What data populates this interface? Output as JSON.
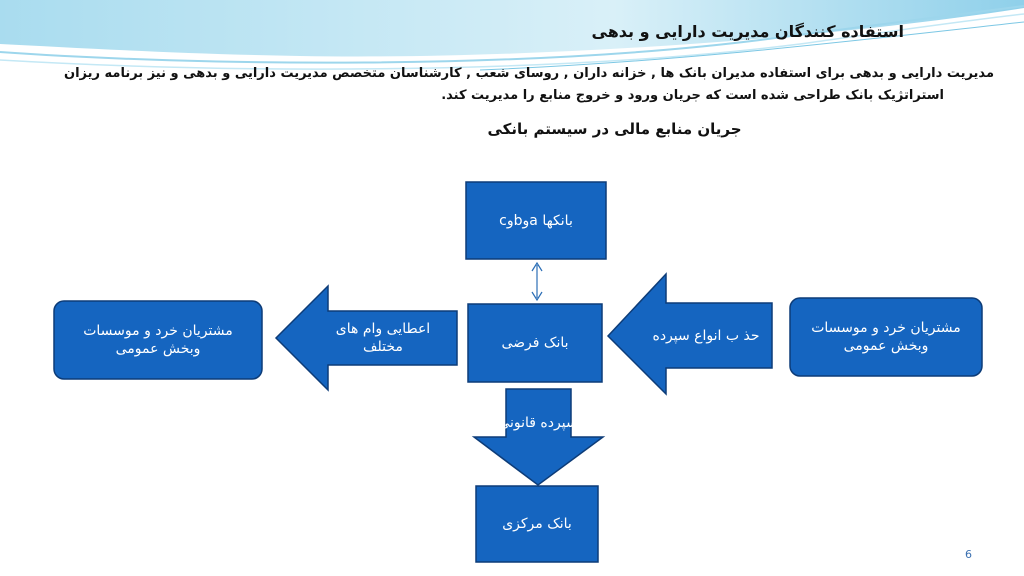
{
  "slide": {
    "title": "استفاده کنندگان مدیریت دارایی و بدهی",
    "para_line1": "مدیریت دارایی و بدهی برای استفاده مدیران بانک ها , خزانه داران , روسای شعب , کارشناسان متخصص مدیریت دارایی و بدهی و نیز برنامه ریزان",
    "para_line2": "استراتژیک بانک طراحی شده است که جریان ورود و خروج منابع را مدیریت کند.",
    "subtitle": "جریان منابع مالی در سیستم بانکی",
    "page_number": "6"
  },
  "diagram": {
    "top_box": "بانکها aوbوc",
    "center_box": "بانک فرضی",
    "left_arrow": "اعطایی وام های مختلف",
    "right_arrow": "حذ ب انواع سپرده",
    "left_customers": "مشتریان خرد و موسسات وبخش عمومی",
    "right_customers": "مشتریان خرد و موسسات وبخش عمومی",
    "down_arrow": "سپرده قانونی",
    "bottom_box": "بانک مرکزی"
  },
  "colors": {
    "shape_fill": "#1565c0",
    "shape_stroke": "#0d3c78",
    "connector": "#2a6db5"
  }
}
